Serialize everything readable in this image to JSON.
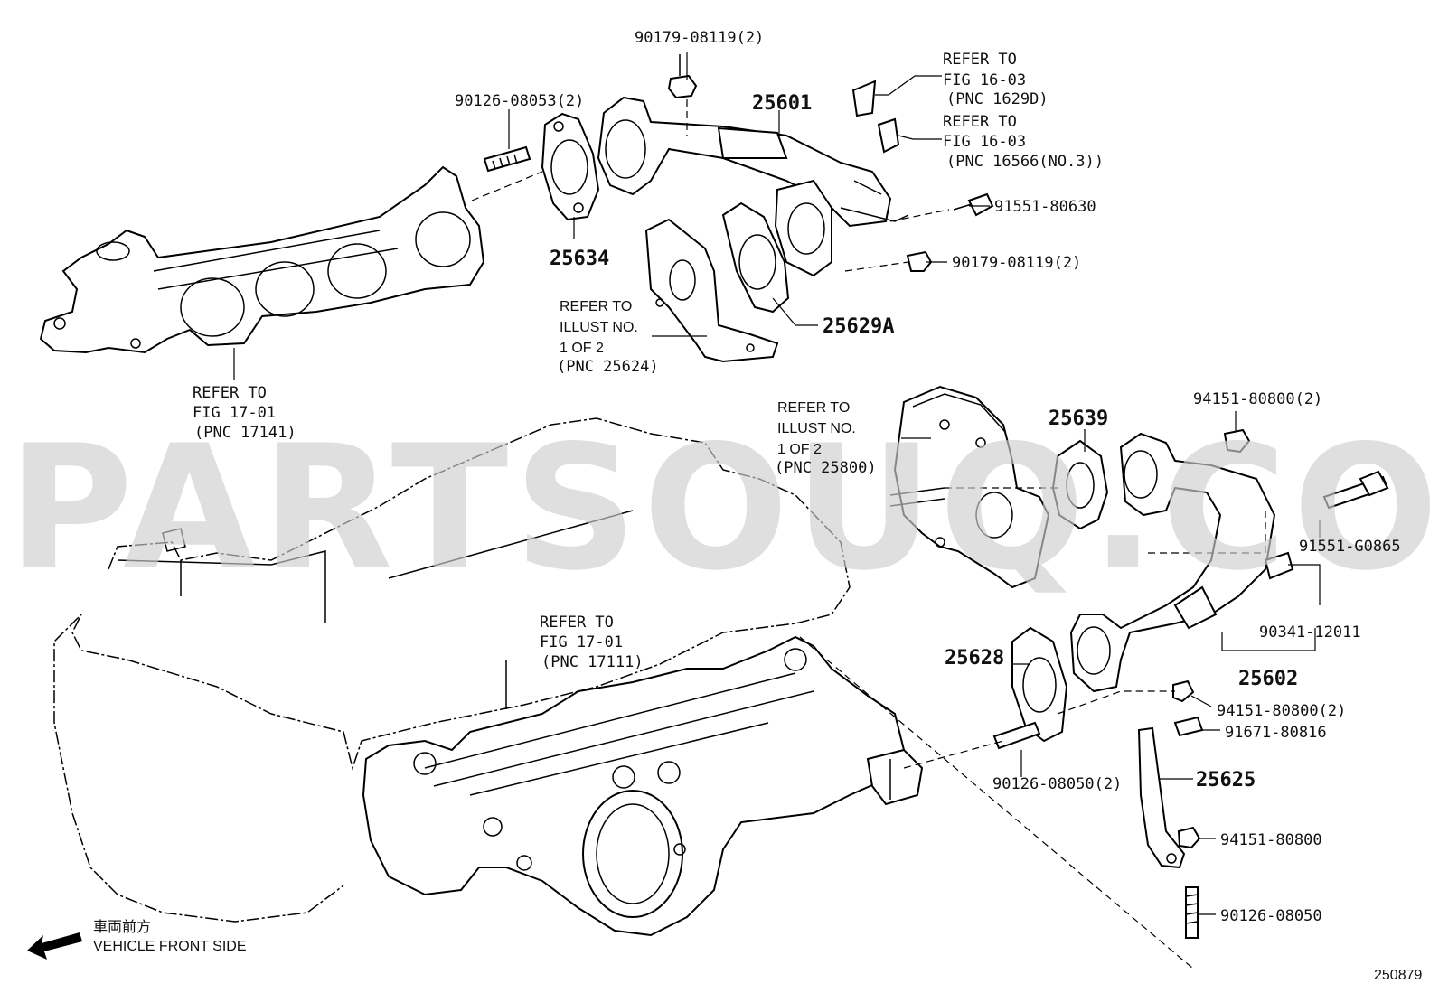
{
  "watermark": "PARTSOUQ.COM",
  "figure_number": "250879",
  "direction": {
    "japanese": "車両前方",
    "english": "VEHICLE FRONT SIDE",
    "icon": "arrow-left-icon"
  },
  "parts": {
    "p25601": "25601",
    "p25634": "25634",
    "p25629a": "25629A",
    "p25639": "25639",
    "p25628": "25628",
    "p25602": "25602",
    "p25625": "25625"
  },
  "fasteners": {
    "f1": "90179-08119(2)",
    "f2": "90126-08053(2)",
    "f3": "91551-80630",
    "f4": "90179-08119(2)",
    "f5": "94151-80800(2)",
    "f6": "91551-G0865",
    "f7": "90341-12011",
    "f8": "94151-80800(2)",
    "f9": "91671-80816",
    "f10": "90126-08050(2)",
    "f11": "94151-80800",
    "f12": "90126-08050"
  },
  "references": {
    "ref_16_03_a": {
      "l1": "REFER TO",
      "l2": "FIG 16-03",
      "l3": "(PNC 1629D)"
    },
    "ref_16_03_b": {
      "l1": "REFER TO",
      "l2": "FIG 16-03",
      "l3": "(PNC 16566(NO.3))"
    },
    "ref_illust_25624": {
      "l1": "REFER TO",
      "l2": "ILLUST NO.",
      "l3": "1 OF 2",
      "l4": "(PNC 25624)"
    },
    "ref_17_01_17141": {
      "l1": "REFER TO",
      "l2": "FIG 17-01",
      "l3": "(PNC 17141)"
    },
    "ref_illust_25800": {
      "l1": "REFER TO",
      "l2": "ILLUST NO.",
      "l3": "1 OF 2",
      "l4": "(PNC 25800)"
    },
    "ref_17_01_17111": {
      "l1": "REFER TO",
      "l2": "FIG 17-01",
      "l3": "(PNC 17111)"
    }
  }
}
